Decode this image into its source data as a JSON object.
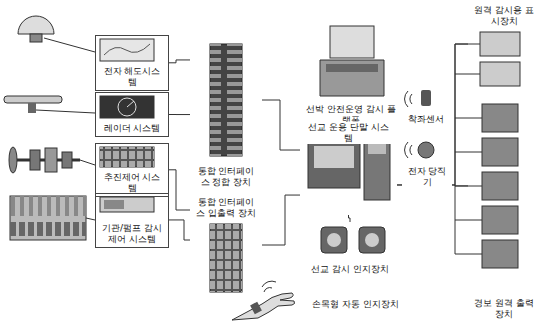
{
  "diagram": {
    "nodes": [
      {
        "text": [
          "전자 해도시스템"
        ]
      },
      {
        "text": [
          "레이더 시스템"
        ]
      },
      {
        "text": [
          "추진제어 시스템"
        ]
      },
      {
        "text": [
          "기관/펌프 감시제어 시스템"
        ]
      },
      {
        "text": [
          "통합 인터페이스 정합 장치"
        ]
      },
      {
        "text": [
          "통합 인터페이스 입출력 장치"
        ]
      },
      {
        "text": [
          "선박 안전운영 감시 플랫폼"
        ]
      },
      {
        "text": [
          "선교 운용 단말 시스템"
        ]
      },
      {
        "text": [
          "착좌센서"
        ]
      },
      {
        "text": [
          "전자 당직기"
        ]
      },
      {
        "text": [
          "선교 감시 인지장치"
        ]
      },
      {
        "text": [
          "손목형 자동 인지장치"
        ]
      },
      {
        "text": [
          "원격 감시용 표시장치"
        ]
      },
      {
        "text": [
          "경보 원격 출력 장치"
        ]
      }
    ],
    "edges": [
      {
        "from": 0,
        "to": 4,
        "arrow": "none"
      },
      {
        "from": 1,
        "to": 4,
        "arrow": "none"
      },
      {
        "from": 2,
        "to": 5,
        "arrow": "none"
      },
      {
        "from": 3,
        "to": 5,
        "arrow": "none"
      },
      {
        "from": 4,
        "to": 7,
        "arrow": "none"
      },
      {
        "from": 5,
        "to": 7,
        "arrow": "none"
      },
      {
        "from": 6,
        "to": 7,
        "arrow": "none"
      },
      {
        "from": 7,
        "to": 10,
        "arrow": "none"
      },
      {
        "from": 7,
        "to": 12,
        "arrow": "none"
      },
      {
        "from": 7,
        "to": 13,
        "arrow": "none"
      }
    ]
  }
}
